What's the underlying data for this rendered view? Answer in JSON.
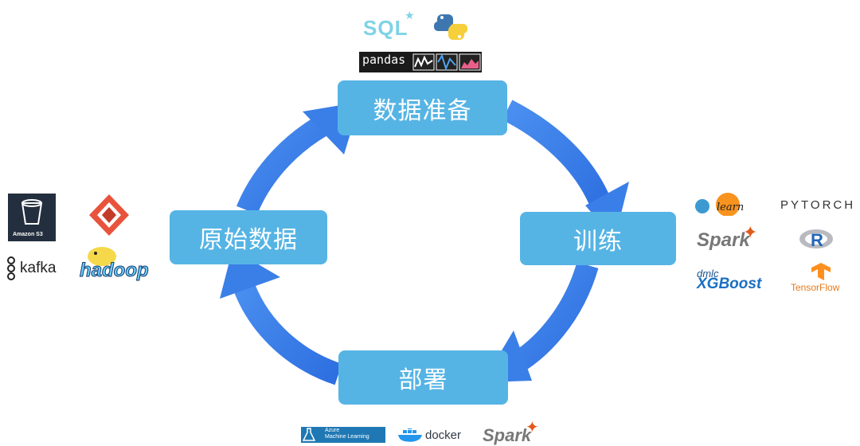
{
  "stages": {
    "data_preparation": "数据准备",
    "training": "训练",
    "deployment": "部署",
    "raw_data": "原始数据"
  },
  "tools": {
    "data_preparation": [
      {
        "icon": "sql-logo",
        "label": "SQL"
      },
      {
        "icon": "python-logo",
        "label": ""
      },
      {
        "icon": "pandas-logo",
        "label": "pandas"
      }
    ],
    "training": [
      {
        "icon": "scikit-learn-logo",
        "label": "learn"
      },
      {
        "icon": "pytorch-logo",
        "label": "PYTORCH"
      },
      {
        "icon": "spark-logo",
        "label": "Spark"
      },
      {
        "icon": "r-logo",
        "label": "R"
      },
      {
        "icon": "xgboost-logo",
        "label_top": "dmlc",
        "label": "XGBoost"
      },
      {
        "icon": "tensorflow-logo",
        "label": "TensorFlow"
      }
    ],
    "deployment": [
      {
        "icon": "azure-ml-logo",
        "label_top": "Azure",
        "label": "Machine Learning"
      },
      {
        "icon": "docker-logo",
        "label": "docker"
      },
      {
        "icon": "spark-logo",
        "label": "Spark"
      }
    ],
    "raw_data": [
      {
        "icon": "amazon-s3-logo",
        "label": "Amazon S3"
      },
      {
        "icon": "gitkraken-logo",
        "label": ""
      },
      {
        "icon": "kafka-logo",
        "label": "kafka"
      },
      {
        "icon": "hadoop-logo",
        "label": "hadoop"
      }
    ]
  },
  "colors": {
    "arrow": "#3a7fe8",
    "box": "#56b4e4",
    "box_text": "#ffffff"
  }
}
